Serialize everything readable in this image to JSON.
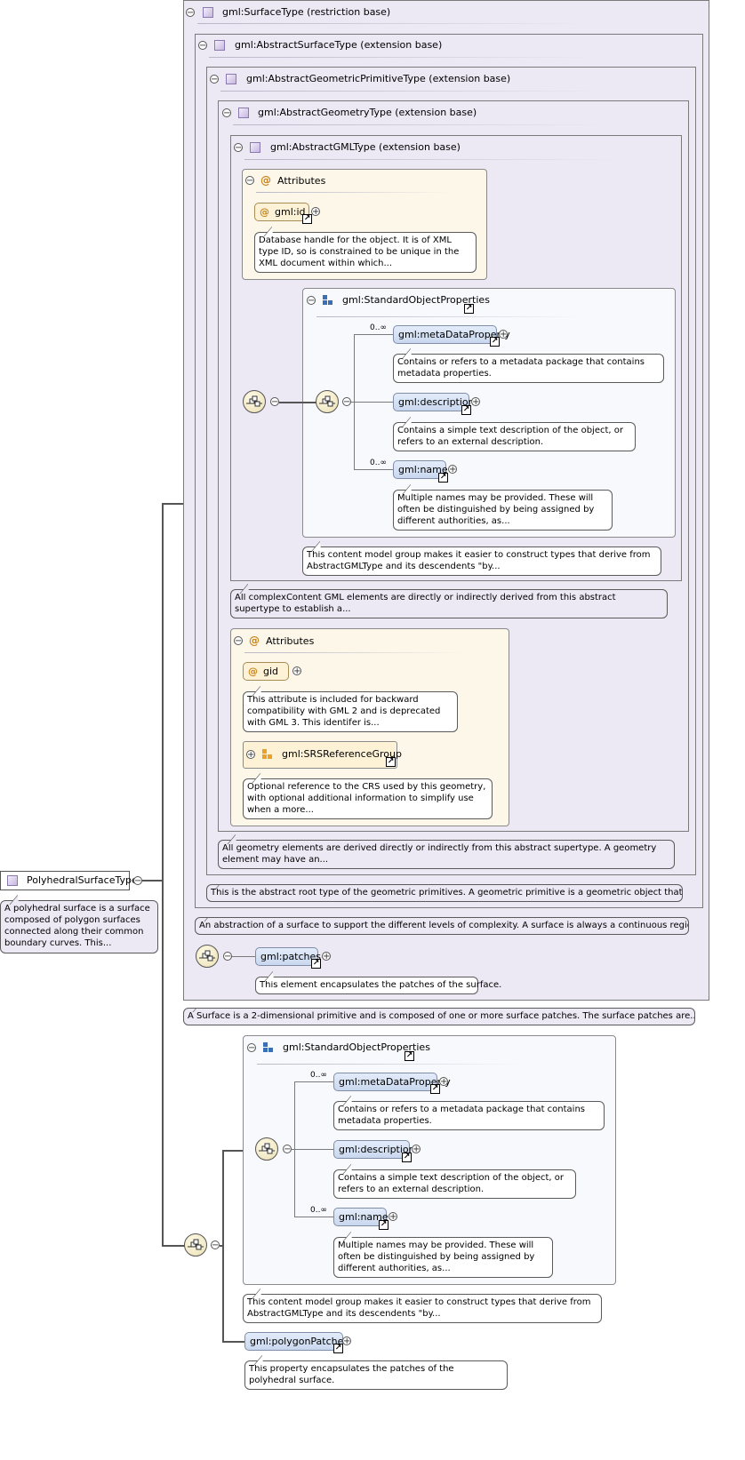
{
  "root": {
    "name": "PolyhedralSurfaceType",
    "doc": "A polyhedral surface is a surface composed of polygon surfaces connected along their common boundary curves. This..."
  },
  "surface_type": {
    "title": "gml:SurfaceType (restriction base)",
    "doc": "A Surface is a 2-dimensional primitive and is composed of one or more surface patches. The surface patches are..."
  },
  "abstract_surface": {
    "title": "gml:AbstractSurfaceType (extension base)",
    "doc": "An abstraction of a surface to support the different levels of complexity. A surface is always a continuous region of a..."
  },
  "abstract_geometric_primitive": {
    "title": "gml:AbstractGeometricPrimitiveType (extension base)",
    "doc": "This is the abstract root type of the geometric primitives. A geometric primitive is a geometric object that is not..."
  },
  "abstract_geometry": {
    "title": "gml:AbstractGeometryType (extension base)",
    "doc": "All geometry elements are derived directly or indirectly from this abstract supertype. A geometry element may have an...",
    "attributes": {
      "title": "Attributes",
      "gid": "gid",
      "gid_doc": "This attribute is included for backward compatibility with GML 2 and is deprecated with GML 3. This identifer is...",
      "srs_group": "gml:SRSReferenceGroup",
      "srs_doc": "Optional reference to the CRS used by this geometry, with optional additional information to simplify use when a more..."
    }
  },
  "abstract_gml": {
    "title": "gml:AbstractGMLType (extension base)",
    "doc": "All complexContent GML elements are directly or indirectly derived from this abstract supertype to establish a...",
    "attributes": {
      "title": "Attributes",
      "id": "gml:id",
      "id_doc": "Database handle for the object. It is of XML type ID, so is constrained to be unique in the XML document within which..."
    }
  },
  "std_props": {
    "title": "gml:StandardObjectProperties",
    "doc": "This content model group makes it easier to construct types that derive from AbstractGMLType and its descendents \"by...",
    "metadata": "gml:metaDataProperty",
    "metadata_card": "0..∞",
    "metadata_doc": "Contains or refers to a metadata package that contains metadata properties.",
    "description": "gml:description",
    "description_doc": "Contains a simple text description of the object, or refers to an external description.",
    "name": "gml:name",
    "name_card": "0..∞",
    "name_doc": "Multiple names may be provided. These will often be distinguished by being assigned by different authorities, as..."
  },
  "patches": {
    "name": "gml:patches",
    "doc": "This element encapsulates the patches of the surface."
  },
  "polygon_patches": {
    "name": "gml:polygonPatches",
    "doc": "This property encapsulates the patches of the polyhedral surface."
  },
  "icons": {
    "collapse": "−",
    "expand": "+",
    "attribute": "@",
    "link": "↗"
  }
}
